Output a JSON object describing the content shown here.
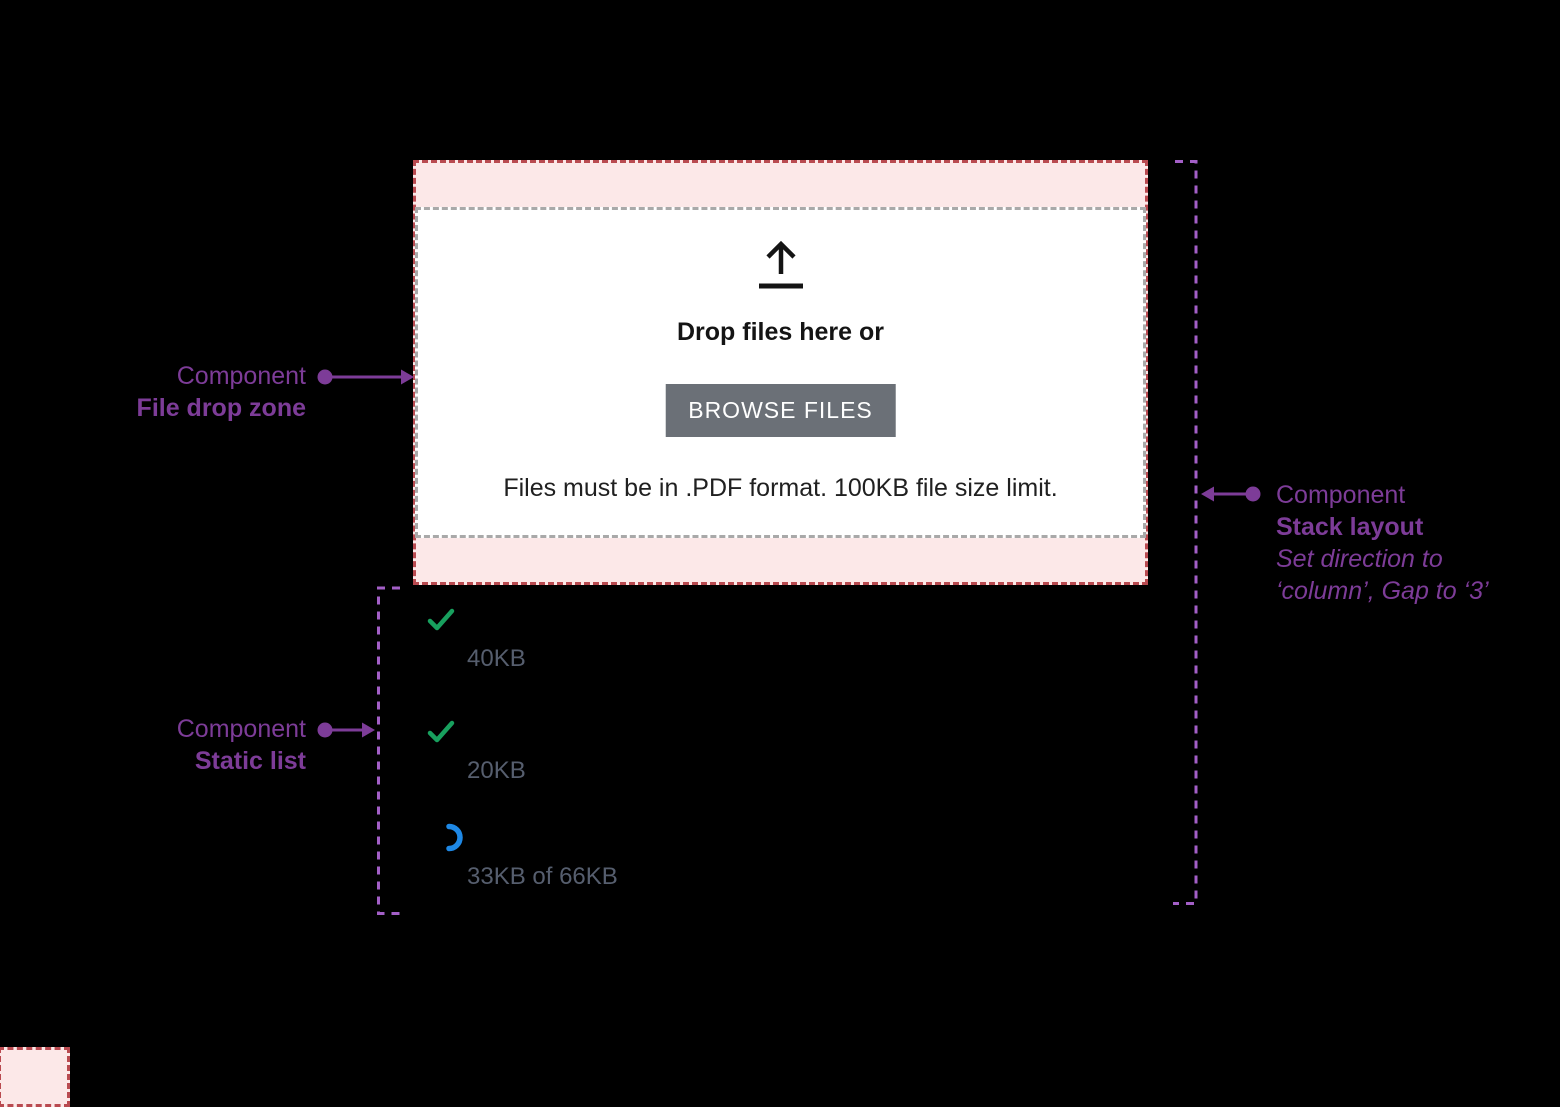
{
  "colors": {
    "background": "#000000",
    "padding_pink": "#fce8e8",
    "padding_border_red": "#b94a50",
    "dropzone_border_gray": "#a9a9a9",
    "button_gray": "#6b7077",
    "annotation_purple": "#7d3c98",
    "guide_dash_purple": "#a35fc7",
    "check_green": "#18a05e",
    "spinner_blue": "#1e88e5",
    "list_text_gray": "#565e6e"
  },
  "drop_zone": {
    "icon": "upload-arrow-icon",
    "title": "Drop files here or",
    "button_label": "BROWSE FILES",
    "helper_text": "Files must be in .PDF format. 100KB file size limit."
  },
  "static_list": {
    "items": [
      {
        "icon": "check-icon",
        "size_label": "40KB"
      },
      {
        "icon": "check-icon",
        "size_label": "20KB"
      },
      {
        "icon": "spinner-icon",
        "size_label": "33KB of 66KB"
      }
    ]
  },
  "annotations": {
    "file_drop_zone": {
      "eyebrow": "Component",
      "title": "File drop zone"
    },
    "static_list": {
      "eyebrow": "Component",
      "title": "Static list"
    },
    "stack_layout": {
      "eyebrow": "Component",
      "title": "Stack layout",
      "note_line1": "Set direction to",
      "note_line2": "‘column’, Gap to ‘3’"
    }
  }
}
